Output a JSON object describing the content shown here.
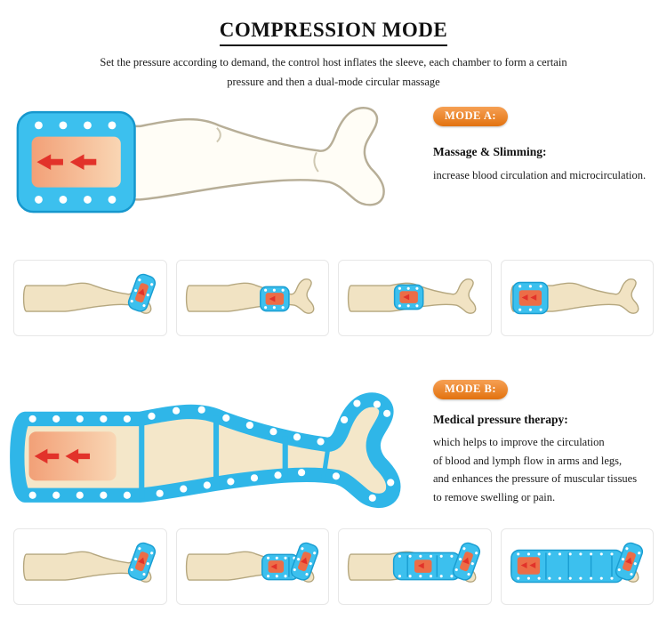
{
  "page": {
    "title": "COMPRESSION MODE",
    "subtitle_line1": "Set the pressure according to demand, the control host inflates the sleeve, each chamber to form a certain",
    "subtitle_line2": "pressure and then a dual-mode circular massage"
  },
  "mode_a": {
    "badge": "MODE A:",
    "heading": "Massage & Slimming:",
    "description": "increase blood circulation and microcirculation."
  },
  "mode_b": {
    "badge": "MODE B:",
    "heading": "Medical pressure therapy:",
    "description_lines": [
      "which helps to improve the circulation",
      "of blood and lymph flow in arms and legs,",
      "and enhances the pressure of muscular tissues",
      "to remove swelling or pain."
    ]
  },
  "icons": {
    "pressure_arrow": "left-pressure-arrow",
    "air_dots": "air-chamber-dots",
    "leg_cuff": "compression-cuff"
  },
  "colors": {
    "badge_orange": "#ee7f2d",
    "sleeve_blue": "#3cc0ee",
    "sleeve_blue_dark": "#1a9ed2",
    "pressure_pink": "#f5b28c",
    "arrow_red": "#e2322a",
    "skin_cream": "#f1e3c3"
  }
}
